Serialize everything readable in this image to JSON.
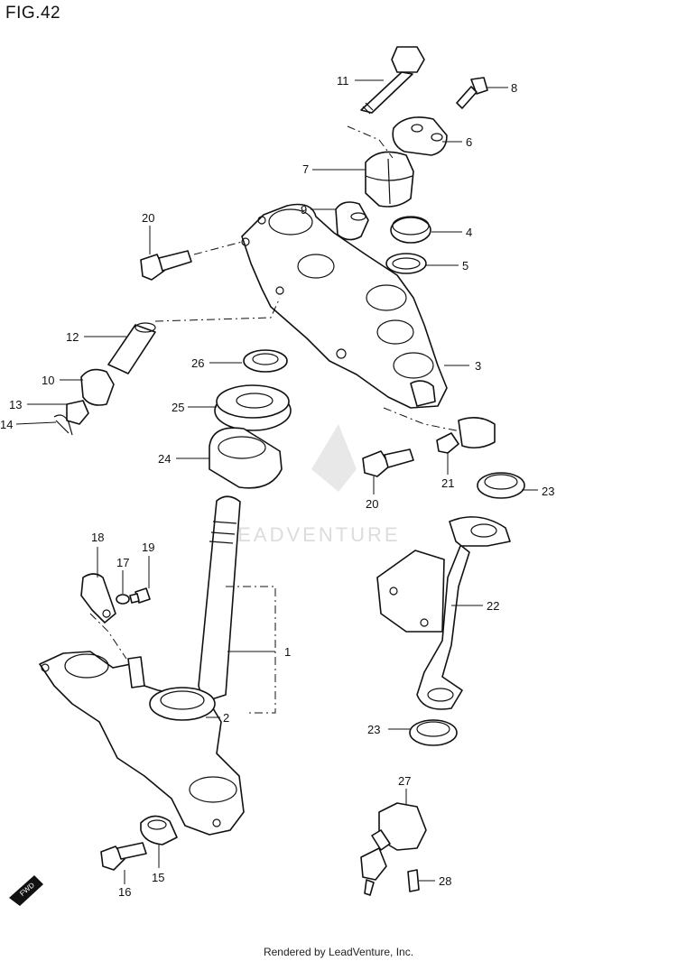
{
  "figure": {
    "title": "FIG.42"
  },
  "watermark": {
    "text": "LEADVENTURE"
  },
  "footer": {
    "text": "Rendered by LeadVenture, Inc."
  },
  "badge": {
    "text": "FWD",
    "icon": "forward-arrow-icon"
  },
  "callouts": {
    "c1": "1",
    "c2": "2",
    "c3": "3",
    "c4": "4",
    "c5": "5",
    "c6": "6",
    "c7": "7",
    "c8": "8",
    "c9": "9",
    "c10": "10",
    "c11": "11",
    "c12": "12",
    "c13": "13",
    "c14": "14",
    "c15": "15",
    "c16": "16",
    "c17": "17",
    "c18": "18",
    "c19": "19",
    "c20a": "20",
    "c20b": "20",
    "c21": "21",
    "c22": "22",
    "c23a": "23",
    "c23b": "23",
    "c24": "24",
    "c25": "25",
    "c26": "26",
    "c27": "27",
    "c28": "28"
  }
}
